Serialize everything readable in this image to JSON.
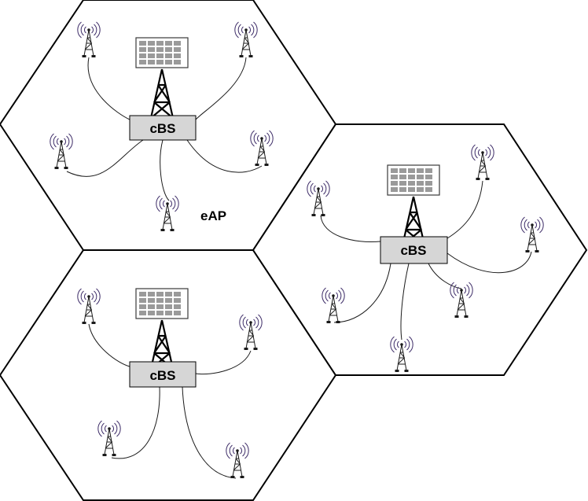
{
  "labels": {
    "cbs_top": "cBS",
    "cbs_right": "cBS",
    "cbs_bottom": "cBS",
    "eap": "eAP"
  },
  "colors": {
    "background": "#ffffff",
    "cell_border": "#000000",
    "cbs_fill": "#d6d6d6",
    "panel_cells": "#9a9a9a",
    "antenna_waves": "#3b2a66"
  },
  "icons": {
    "cell": "hexagon-cell",
    "base_station": "lattice-tower-with-panel-icon",
    "access_point": "antenna-icon"
  }
}
